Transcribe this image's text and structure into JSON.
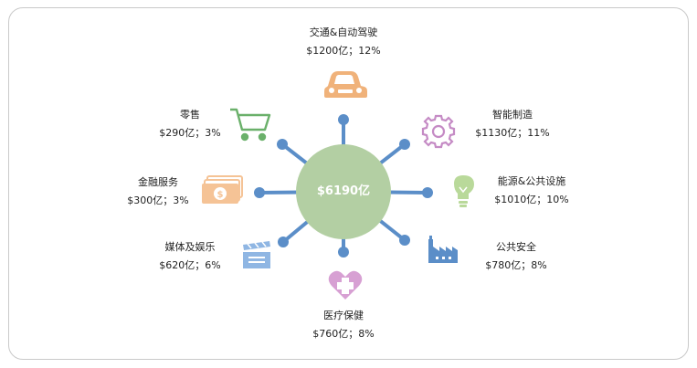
{
  "center": {
    "total": "$6190亿",
    "color": "#b3cfa3"
  },
  "colors": {
    "spoke": "#5b8ec8",
    "card_border": "#c9c9c9"
  },
  "segments": [
    {
      "name": "交通&自动驾驶",
      "value": "$1200亿；12%",
      "icon": "car-icon",
      "color": "#f0b27a"
    },
    {
      "name": "智能制造",
      "value": "$1130亿；11%",
      "icon": "gear-icon",
      "color": "#c58bc5"
    },
    {
      "name": "能源&公共设施",
      "value": "$1010亿；10%",
      "icon": "lightbulb-icon",
      "color": "#b9d99a"
    },
    {
      "name": "公共安全",
      "value": "$780亿；8%",
      "icon": "factory-icon",
      "color": "#5b8ec8"
    },
    {
      "name": "医疗保健",
      "value": "$760亿；8%",
      "icon": "medical-heart-icon",
      "color": "#d7a0d3"
    },
    {
      "name": "媒体及娱乐",
      "value": "$620亿；6%",
      "icon": "clapperboard-icon",
      "color": "#8fb6e3"
    },
    {
      "name": "金融服务",
      "value": "$300亿；3%",
      "icon": "money-icon",
      "color": "#f5c396"
    },
    {
      "name": "零售",
      "value": "$290亿；3%",
      "icon": "shopping-cart-icon",
      "color": "#6ab06a"
    }
  ]
}
